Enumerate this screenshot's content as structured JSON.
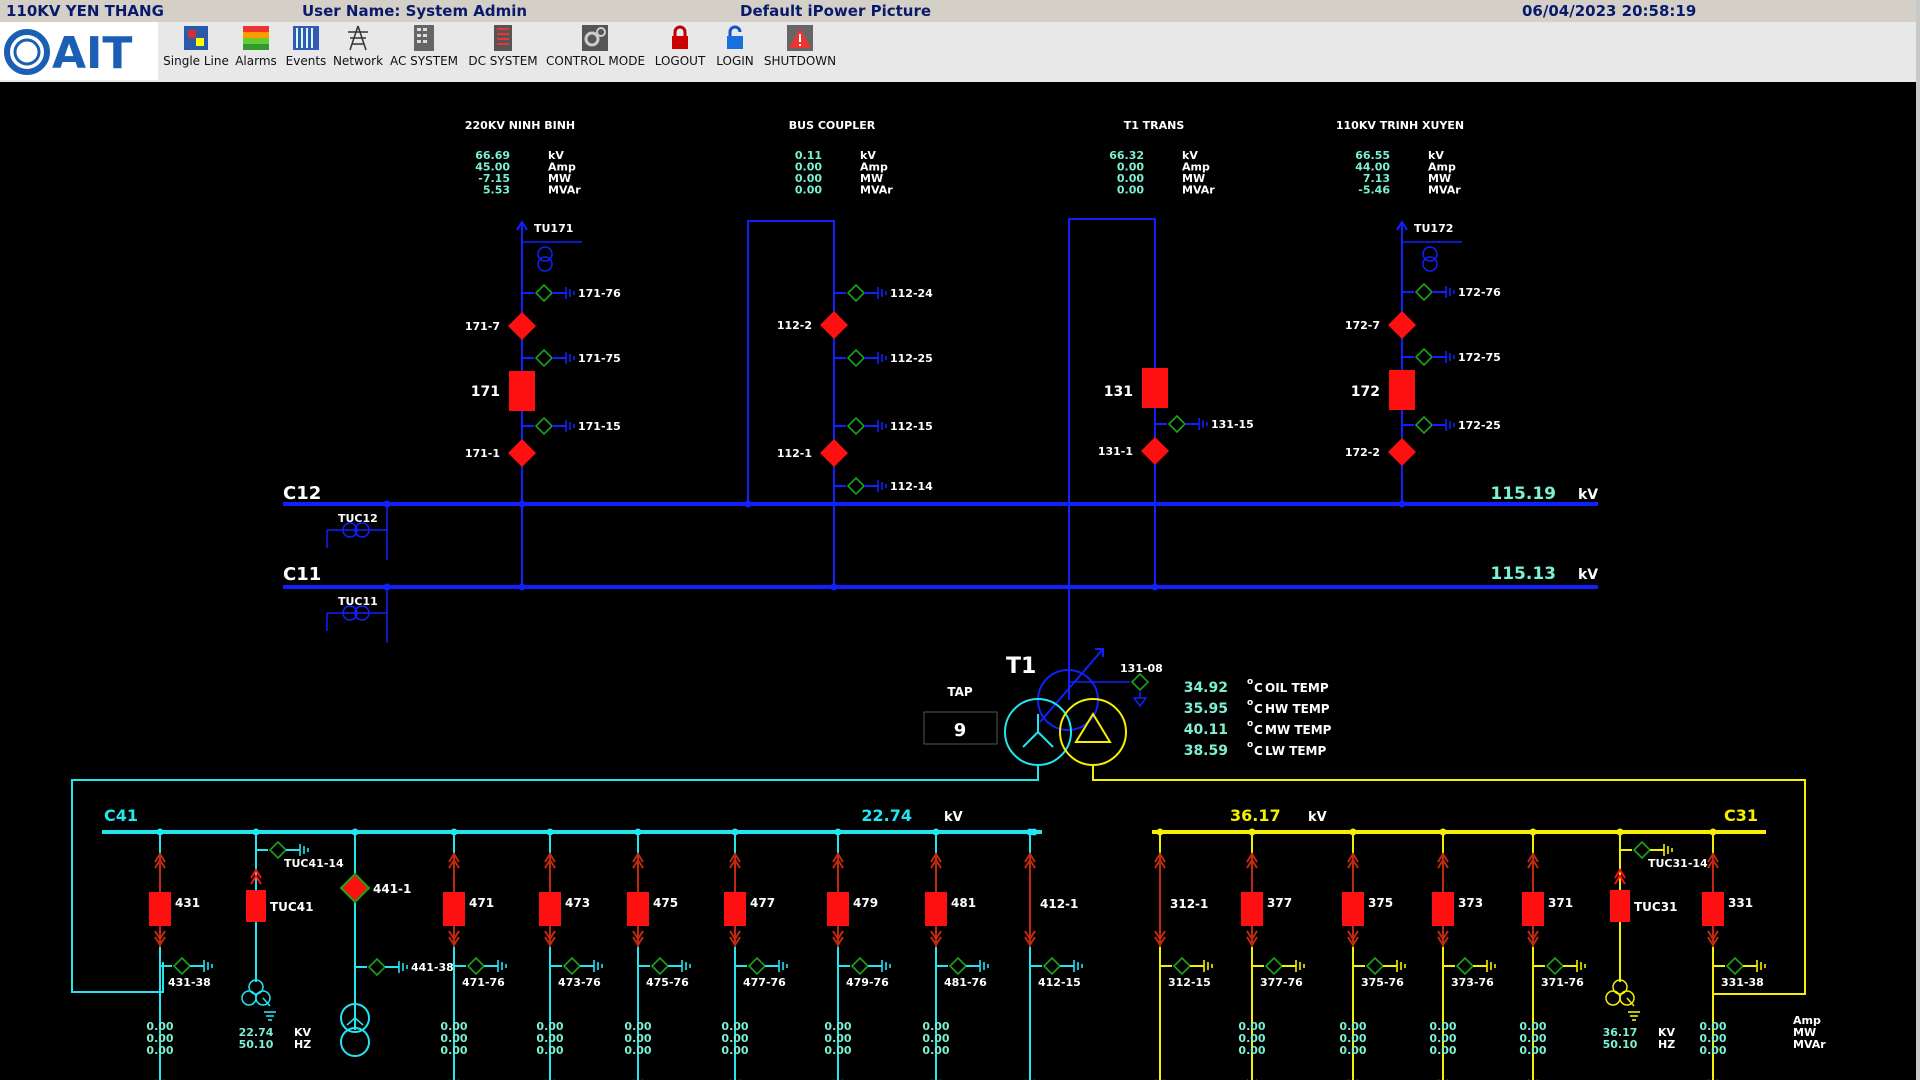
{
  "header": {
    "station": "110KV YEN THANG",
    "user": "User Name: System Admin",
    "picture": "Default iPower Picture",
    "datetime": "06/04/2023 20:58:19"
  },
  "logo_text": "AIT",
  "toolbar": [
    {
      "id": "single-line",
      "label": "Single Line",
      "icon": "single-line-icon"
    },
    {
      "id": "alarms",
      "label": "Alarms",
      "icon": "alarms-icon"
    },
    {
      "id": "events",
      "label": "Events",
      "icon": "events-icon"
    },
    {
      "id": "network",
      "label": "Network",
      "icon": "network-tower-icon"
    },
    {
      "id": "ac-system",
      "label": "AC SYSTEM",
      "icon": "ac-system-icon"
    },
    {
      "id": "dc-system",
      "label": "DC SYSTEM",
      "icon": "dc-system-icon"
    },
    {
      "id": "control-mode",
      "label": "CONTROL MODE",
      "icon": "gear-icon"
    },
    {
      "id": "logout",
      "label": "LOGOUT",
      "icon": "lock-closed-icon"
    },
    {
      "id": "login",
      "label": "LOGIN",
      "icon": "lock-open-icon"
    },
    {
      "id": "shutdown",
      "label": "SHUTDOWN",
      "icon": "warning-icon"
    }
  ],
  "colors": {
    "hv": "#1020ff",
    "mv": "#22e5f0",
    "lv": "#f5f000",
    "breaker": "#ff1010",
    "switch_open": "#1aa31a",
    "value": "#7bf0d2"
  },
  "units": [
    "kV",
    "Amp",
    "MW",
    "MVAr"
  ],
  "bays": [
    {
      "id": "ninh-binh",
      "title": "220KV NINH BINH",
      "values": [
        "66.69",
        "45.00",
        "-7.15",
        "5.53"
      ]
    },
    {
      "id": "bus-coupler",
      "title": "BUS COUPLER",
      "values": [
        "0.11",
        "0.00",
        "0.00",
        "0.00"
      ]
    },
    {
      "id": "t1-trans",
      "title": "T1 TRANS",
      "values": [
        "66.32",
        "0.00",
        "0.00",
        "0.00"
      ]
    },
    {
      "id": "trinh-xuyen",
      "title": "110KV TRINH XUYEN",
      "values": [
        "66.55",
        "44.00",
        "7.13",
        "-5.46"
      ]
    }
  ],
  "labels": {
    "tu171": "TU171",
    "tu172": "TU172",
    "s171_76": "171-76",
    "s171_7": "171-7",
    "s171_75": "171-75",
    "cb171": "171",
    "s171_15": "171-15",
    "s171_1": "171-1",
    "s112_24": "112-24",
    "s112_2": "112-2",
    "s112_25": "112-25",
    "s112_15": "112-15",
    "s112_1": "112-1",
    "s112_14": "112-14",
    "cb131": "131",
    "s131_15": "131-15",
    "s131_1": "131-1",
    "s172_76": "172-76",
    "s172_7": "172-7",
    "s172_75": "172-75",
    "cb172": "172",
    "s172_25": "172-25",
    "s172_2": "172-2",
    "tuc12": "TUC12",
    "tuc11": "TUC11",
    "s131_08": "131-08",
    "t1": "T1",
    "tap_label": "TAP"
  },
  "buses": {
    "c12": {
      "name": "C12",
      "value": "115.19",
      "unit": "kV"
    },
    "c11": {
      "name": "C11",
      "value": "115.13",
      "unit": "kV"
    },
    "c41": {
      "name": "C41",
      "value": "22.74",
      "unit": "kV"
    },
    "c31": {
      "name": "C31",
      "value": "36.17",
      "unit": "kV"
    }
  },
  "tap": "9",
  "temps": [
    {
      "value": "34.92",
      "label": "OIL TEMP"
    },
    {
      "value": "35.95",
      "label": "HW TEMP"
    },
    {
      "value": "40.11",
      "label": "MW TEMP"
    },
    {
      "value": "38.59",
      "label": "LW TEMP"
    }
  ],
  "temp_unit_sup": "o",
  "temp_unit_c": "C",
  "c41_feeders": [
    {
      "id": "431",
      "name": "431",
      "earth": "431-38",
      "vals": [
        "0.00",
        "0.00",
        "0.00"
      ]
    },
    {
      "id": "tuc41",
      "name": "TUC41",
      "earth": "TUC41-14",
      "vals": [
        "22.74",
        "50.10"
      ],
      "units": [
        "KV",
        "HZ"
      ]
    },
    {
      "id": "441",
      "name": "441-1",
      "earth": "441-38"
    },
    {
      "id": "471",
      "name": "471",
      "earth": "471-76",
      "vals": [
        "0.00",
        "0.00",
        "0.00"
      ]
    },
    {
      "id": "473",
      "name": "473",
      "earth": "473-76",
      "vals": [
        "0.00",
        "0.00",
        "0.00"
      ]
    },
    {
      "id": "475",
      "name": "475",
      "earth": "475-76",
      "vals": [
        "0.00",
        "0.00",
        "0.00"
      ]
    },
    {
      "id": "477",
      "name": "477",
      "earth": "477-76",
      "vals": [
        "0.00",
        "0.00",
        "0.00"
      ]
    },
    {
      "id": "479",
      "name": "479",
      "earth": "479-76",
      "vals": [
        "0.00",
        "0.00",
        "0.00"
      ]
    },
    {
      "id": "481",
      "name": "481",
      "earth": "481-76",
      "vals": [
        "0.00",
        "0.00",
        "0.00"
      ]
    },
    {
      "id": "412",
      "name": "412-1",
      "earth": "412-15"
    }
  ],
  "c31_feeders": [
    {
      "id": "312",
      "name": "312-1",
      "earth": "312-15"
    },
    {
      "id": "377",
      "name": "377",
      "earth": "377-76",
      "vals": [
        "0.00",
        "0.00",
        "0.00"
      ]
    },
    {
      "id": "375",
      "name": "375",
      "earth": "375-76",
      "vals": [
        "0.00",
        "0.00",
        "0.00"
      ]
    },
    {
      "id": "373",
      "name": "373",
      "earth": "373-76",
      "vals": [
        "0.00",
        "0.00",
        "0.00"
      ]
    },
    {
      "id": "371",
      "name": "371",
      "earth": "371-76",
      "vals": [
        "0.00",
        "0.00",
        "0.00"
      ]
    },
    {
      "id": "tuc31",
      "name": "TUC31",
      "earth": "TUC31-14",
      "vals": [
        "36.17",
        "50.10"
      ],
      "units": [
        "KV",
        "HZ"
      ]
    },
    {
      "id": "331",
      "name": "331",
      "earth": "331-38",
      "vals": [
        "0.00",
        "0.00",
        "0.00"
      ],
      "units": [
        "Amp",
        "MW",
        "MVAr"
      ]
    }
  ]
}
